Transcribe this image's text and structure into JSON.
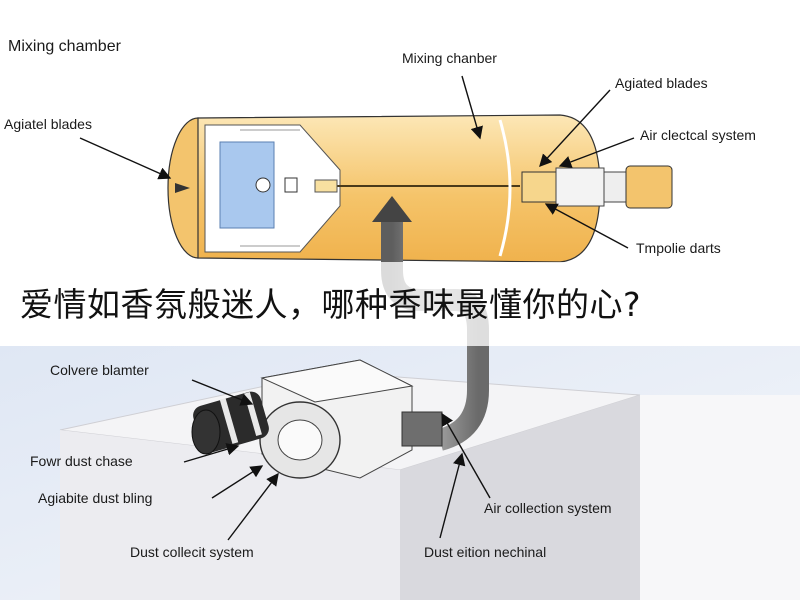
{
  "header": {
    "corner_label": "Mixing chamber"
  },
  "top_diagram": {
    "labels": {
      "left_blades": "Agiatel blades",
      "mixing_chamber": "Mixing chanber",
      "agitated_blades": "Agiated blades",
      "air_system": "Air clectcal system",
      "tmpolie_darts": "Tmpolie darts"
    }
  },
  "bottom_diagram": {
    "labels": {
      "colvere": "Colvere blamter",
      "fowr_dust": "Fowr dust chase",
      "agiabite": "Agiabite dust bling",
      "dust_collect": "Dust collecit system",
      "air_collection": "Air collection system",
      "dust_eition": "Dust eition nechinal"
    }
  },
  "overlay": {
    "banner_text": "爱情如香氛般迷人，哪种香味最懂你的心?"
  },
  "colors": {
    "chamber_fill": "#f5c46a",
    "chamber_light": "#fbe3a8",
    "blade_blue": "#a9c8ee",
    "pipe_gray": "#7a7a7a",
    "platform_gray": "#e9e9ec"
  }
}
